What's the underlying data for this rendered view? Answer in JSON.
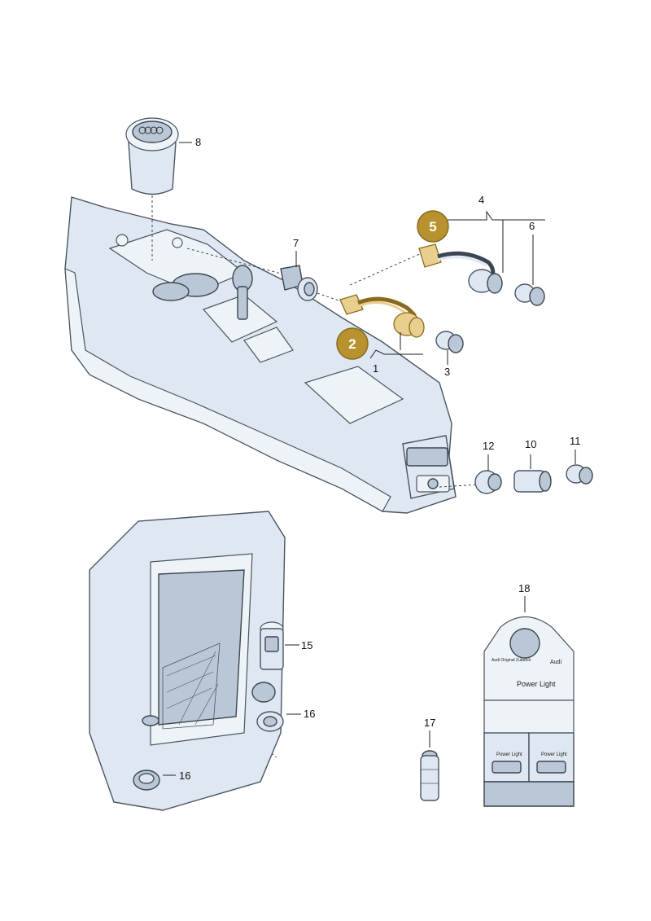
{
  "callouts": {
    "p1": "1",
    "p2": "2",
    "p3": "3",
    "p4": "4",
    "p5": "5",
    "p6": "6",
    "p7": "7",
    "p8": "8",
    "p10": "10",
    "p11": "11",
    "p12": "12",
    "p15": "15",
    "p16a": "16",
    "p16b": "16",
    "p17": "17",
    "p18": "18"
  },
  "display_box": {
    "product_name": "Power Light",
    "brand": "Audi",
    "small_caption": "Audi Original Zubehör",
    "card_a_label": "Power Light",
    "card_b_label": "Power Light"
  },
  "colors": {
    "badge": "#b8922e",
    "highlight": "#e8cf8d",
    "part_fill": "#dfe8f2"
  }
}
